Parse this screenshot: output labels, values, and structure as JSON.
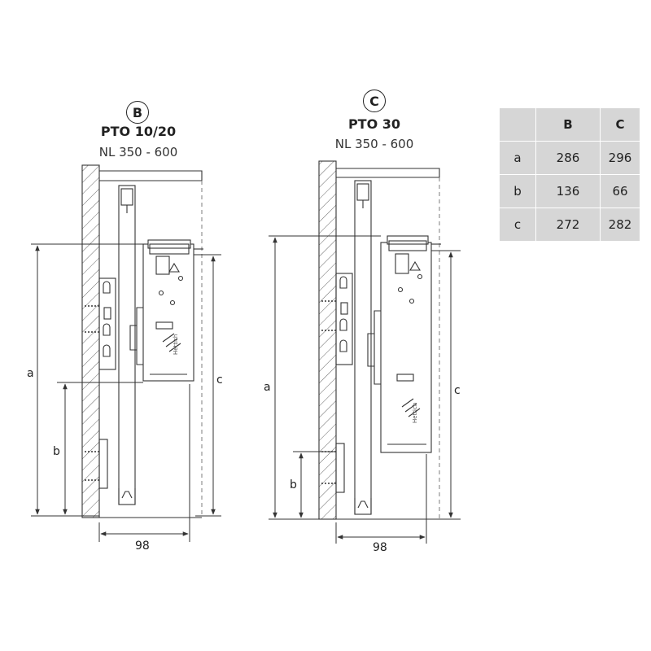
{
  "variants": [
    {
      "letter": "B",
      "title": "PTO 10/20",
      "range": "NL 350 - 600",
      "width_label": "98",
      "dim_labels": {
        "a": "a",
        "b": "b",
        "c": "c"
      }
    },
    {
      "letter": "C",
      "title": "PTO 30",
      "range": "NL 350 - 600",
      "width_label": "98",
      "dim_labels": {
        "a": "a",
        "b": "b",
        "c": "c"
      }
    }
  ],
  "brand_mark": "Hettich",
  "table": {
    "header": [
      "",
      "B",
      "C"
    ],
    "rows": [
      {
        "label": "a",
        "B": "286",
        "C": "296"
      },
      {
        "label": "b",
        "B": "136",
        "C": "66"
      },
      {
        "label": "c",
        "B": "272",
        "C": "282"
      }
    ]
  },
  "colors": {
    "line": "#333333",
    "fill": "#d6d6d6",
    "table_bg": "#d6d6d6"
  }
}
